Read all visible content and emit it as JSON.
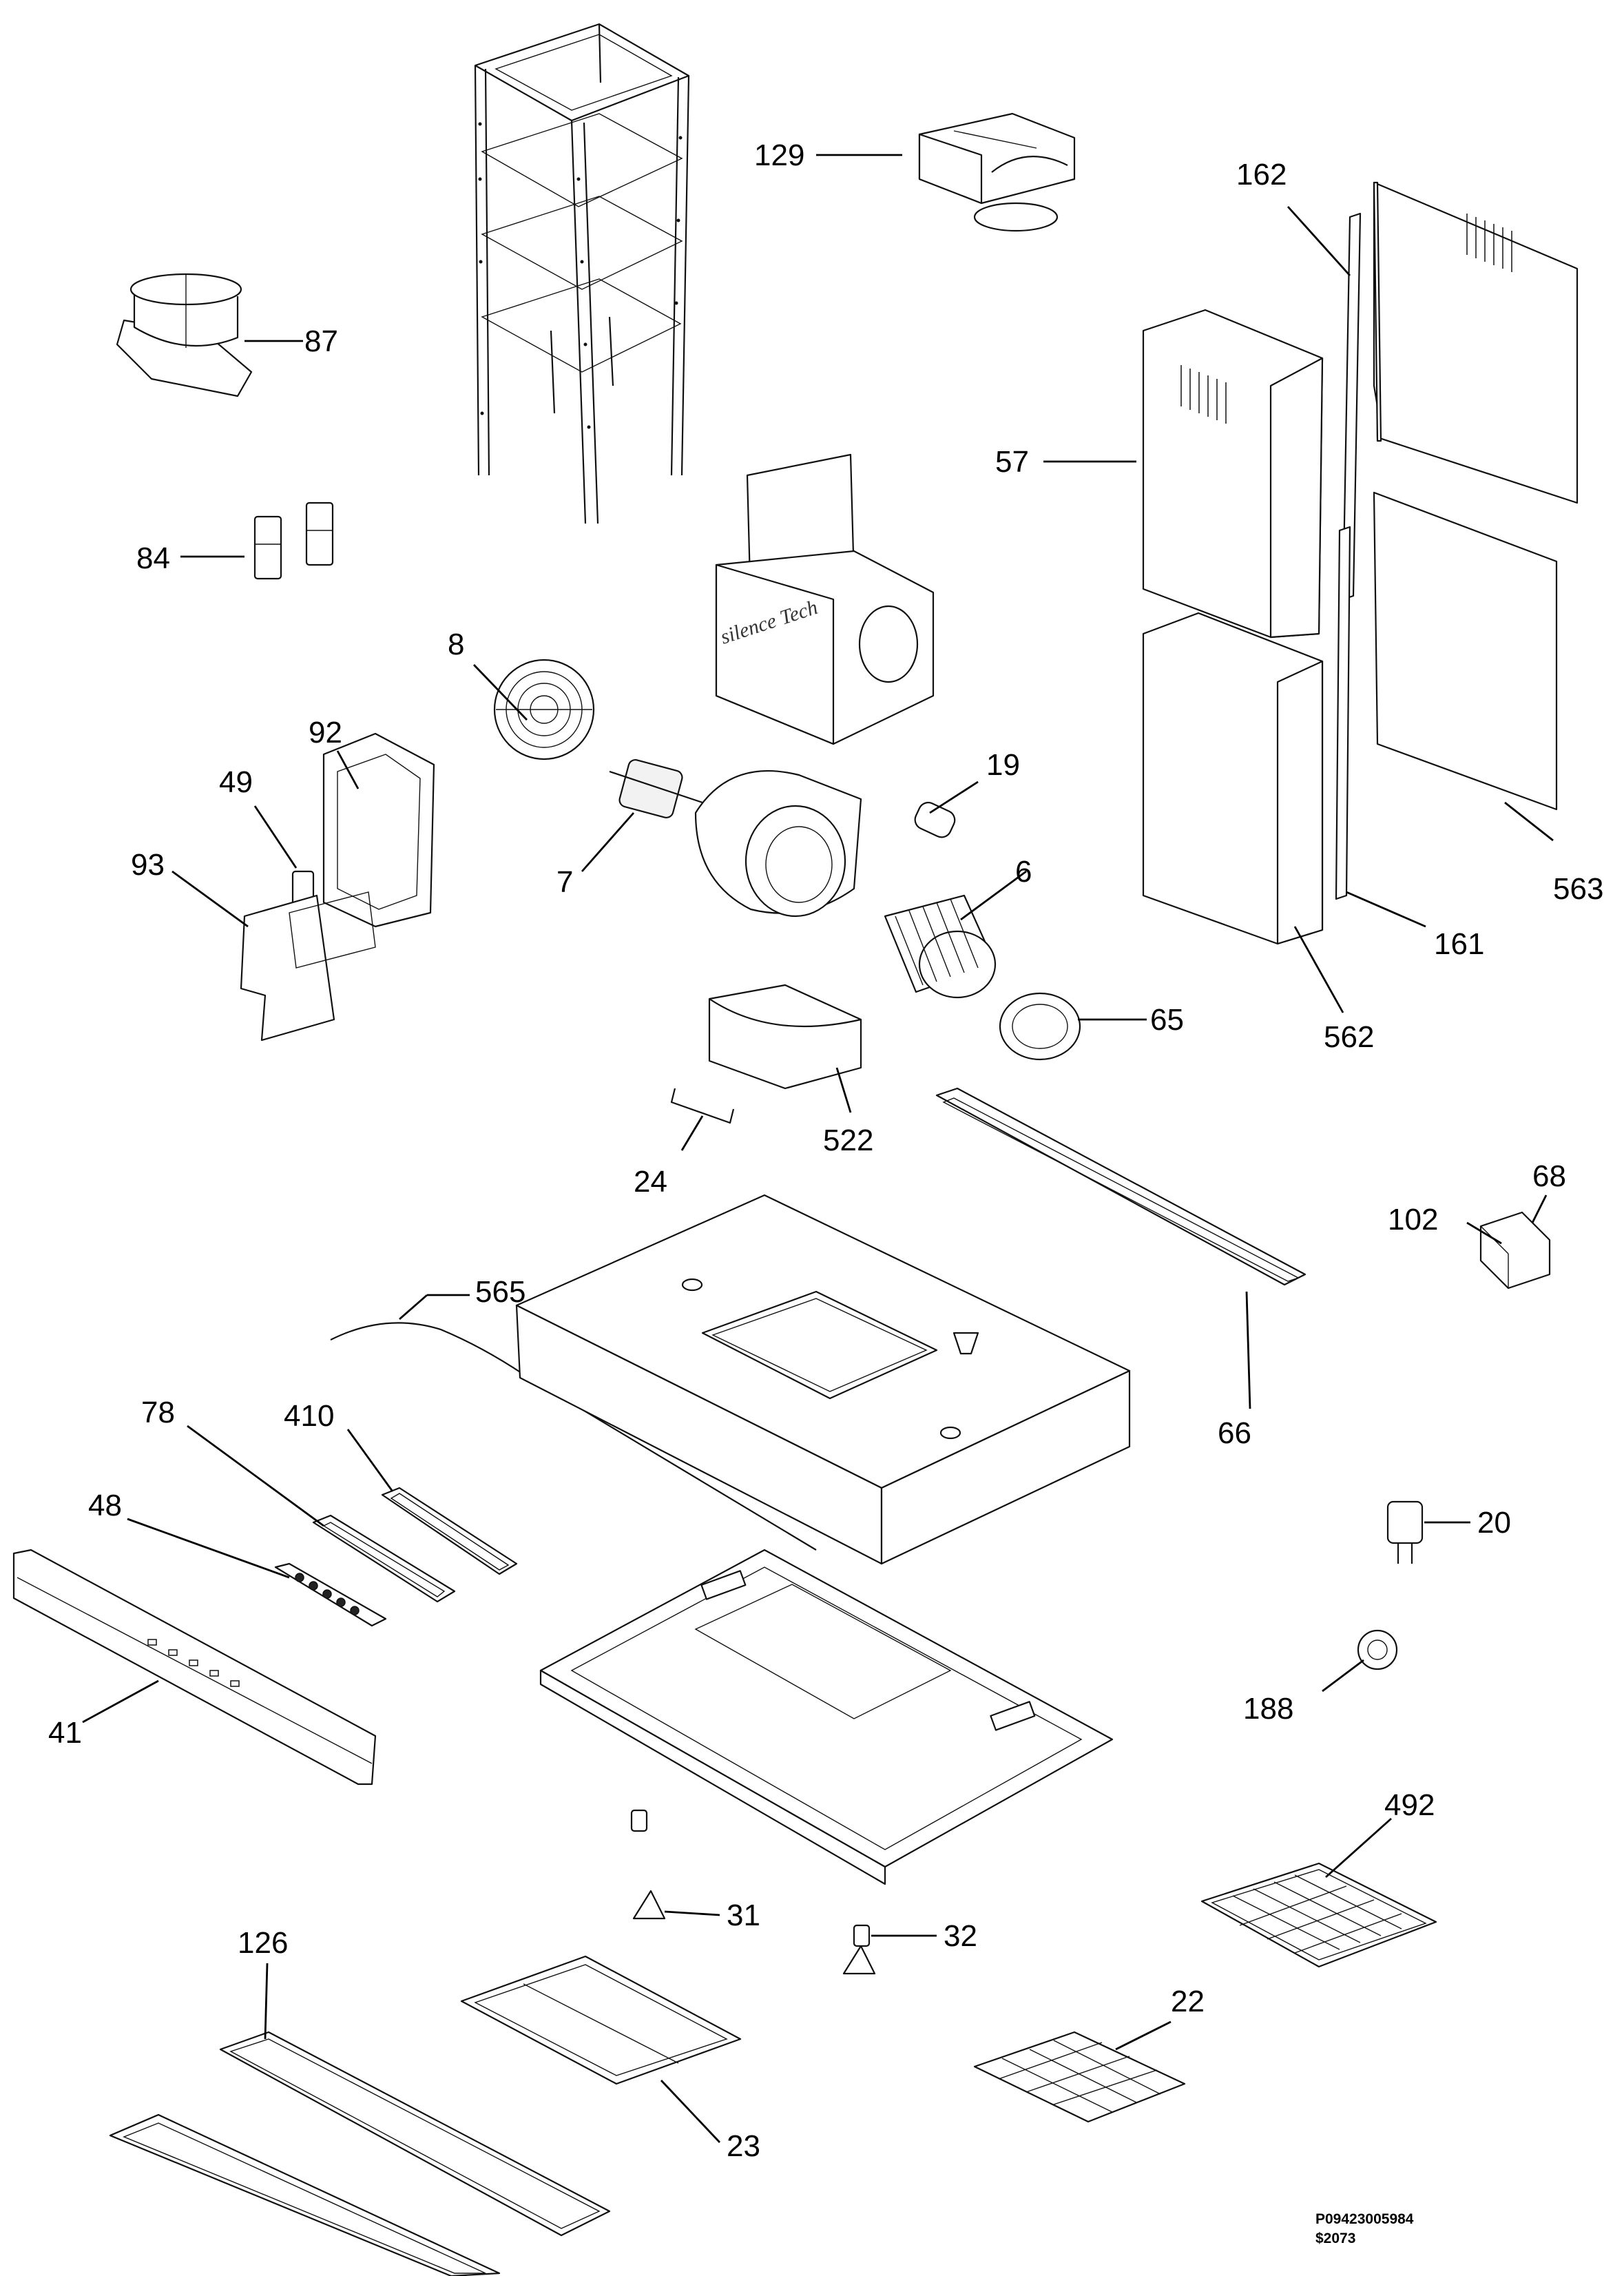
{
  "brand_text": "silence Tech",
  "document_codes": {
    "part_number": "P09423005984",
    "revision": "$2073"
  },
  "callouts": [
    {
      "id": "129",
      "label": "129"
    },
    {
      "id": "162",
      "label": "162"
    },
    {
      "id": "87",
      "label": "87"
    },
    {
      "id": "57",
      "label": "57"
    },
    {
      "id": "84",
      "label": "84"
    },
    {
      "id": "8",
      "label": "8"
    },
    {
      "id": "92",
      "label": "92"
    },
    {
      "id": "49",
      "label": "49"
    },
    {
      "id": "19",
      "label": "19"
    },
    {
      "id": "93",
      "label": "93"
    },
    {
      "id": "7",
      "label": "7"
    },
    {
      "id": "6",
      "label": "6"
    },
    {
      "id": "563",
      "label": "563"
    },
    {
      "id": "161",
      "label": "161"
    },
    {
      "id": "65",
      "label": "65"
    },
    {
      "id": "562",
      "label": "562"
    },
    {
      "id": "522",
      "label": "522"
    },
    {
      "id": "24",
      "label": "24"
    },
    {
      "id": "68",
      "label": "68"
    },
    {
      "id": "102",
      "label": "102"
    },
    {
      "id": "565",
      "label": "565"
    },
    {
      "id": "66",
      "label": "66"
    },
    {
      "id": "78",
      "label": "78"
    },
    {
      "id": "410",
      "label": "410"
    },
    {
      "id": "20",
      "label": "20"
    },
    {
      "id": "48",
      "label": "48"
    },
    {
      "id": "188",
      "label": "188"
    },
    {
      "id": "41",
      "label": "41"
    },
    {
      "id": "492",
      "label": "492"
    },
    {
      "id": "31",
      "label": "31"
    },
    {
      "id": "32",
      "label": "32"
    },
    {
      "id": "126",
      "label": "126"
    },
    {
      "id": "22",
      "label": "22"
    },
    {
      "id": "23",
      "label": "23"
    }
  ]
}
